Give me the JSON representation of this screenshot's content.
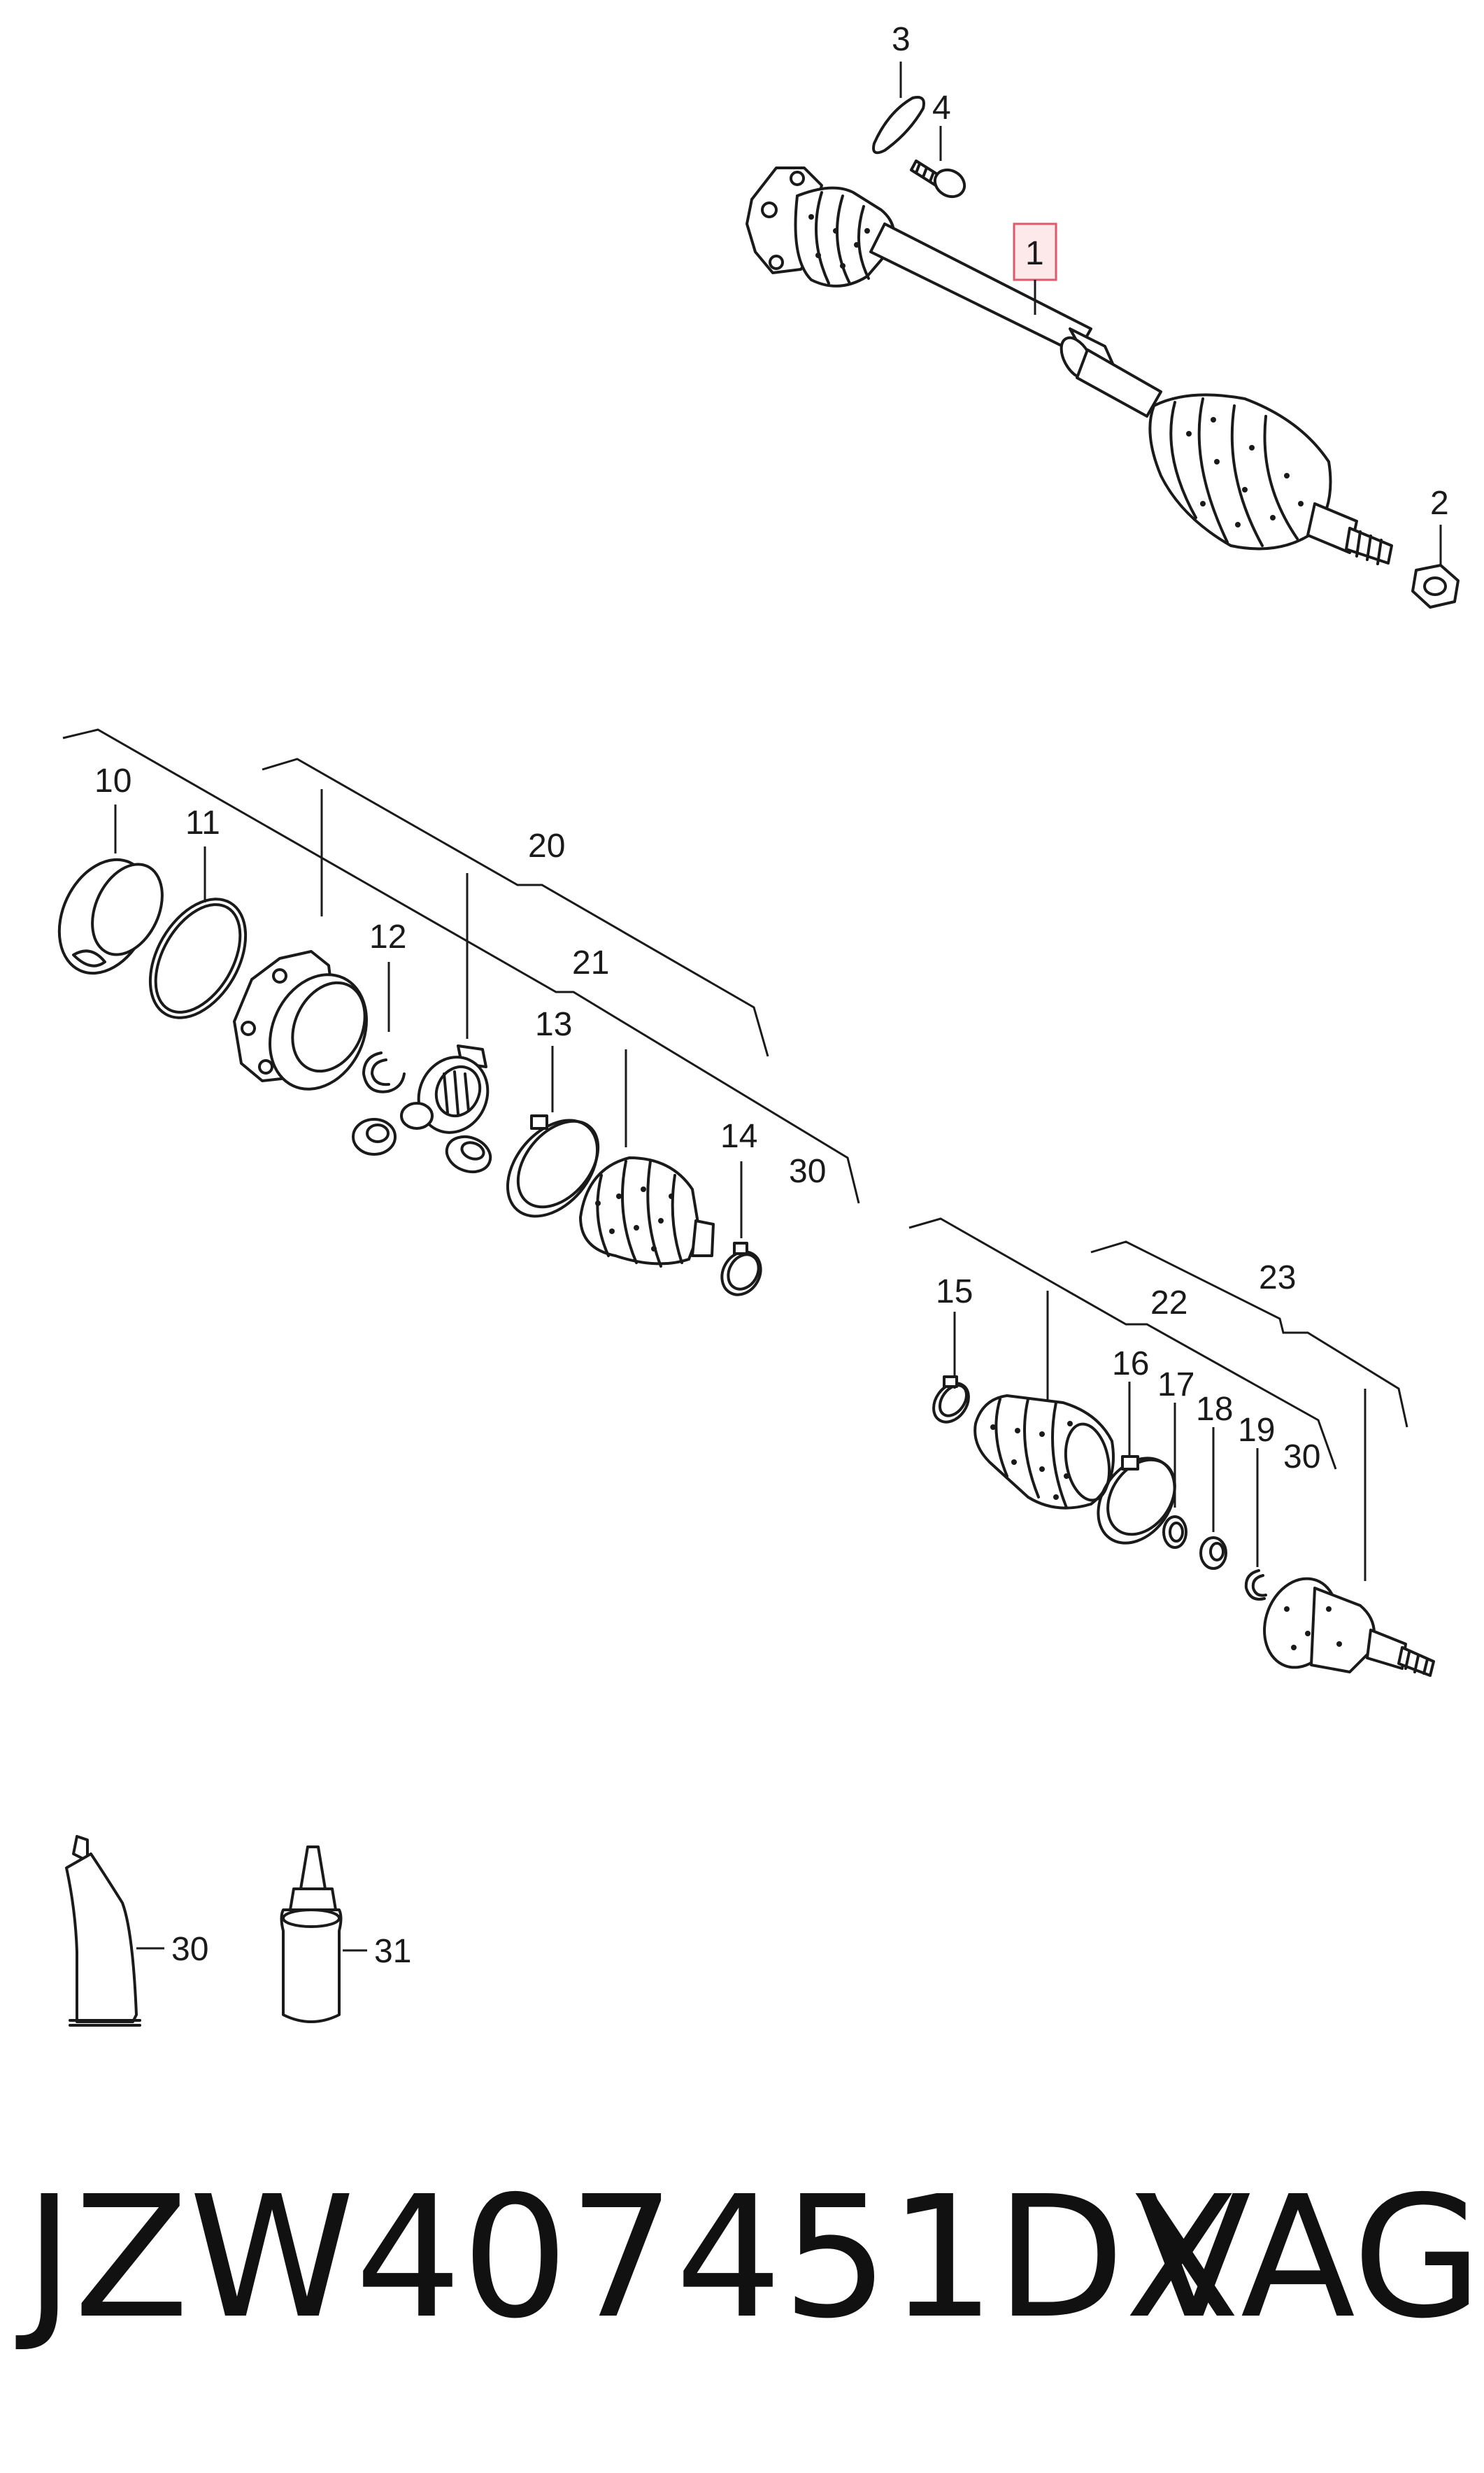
{
  "callouts": {
    "n1": "1",
    "n2": "2",
    "n3": "3",
    "n4": "4",
    "n10": "10",
    "n11": "11",
    "n12": "12",
    "n13": "13",
    "n14": "14",
    "n15": "15",
    "n16": "16",
    "n17": "17",
    "n18": "18",
    "n19": "19",
    "n20": "20",
    "n21": "21",
    "n22": "22",
    "n23": "23",
    "n30a": "30",
    "n30b": "30",
    "n30c": "30",
    "n31": "31"
  },
  "highlighted_part": "1",
  "highlight_color": "#e0596a",
  "footer": {
    "part_number": "JZW407451DX",
    "brand": "VAG"
  }
}
